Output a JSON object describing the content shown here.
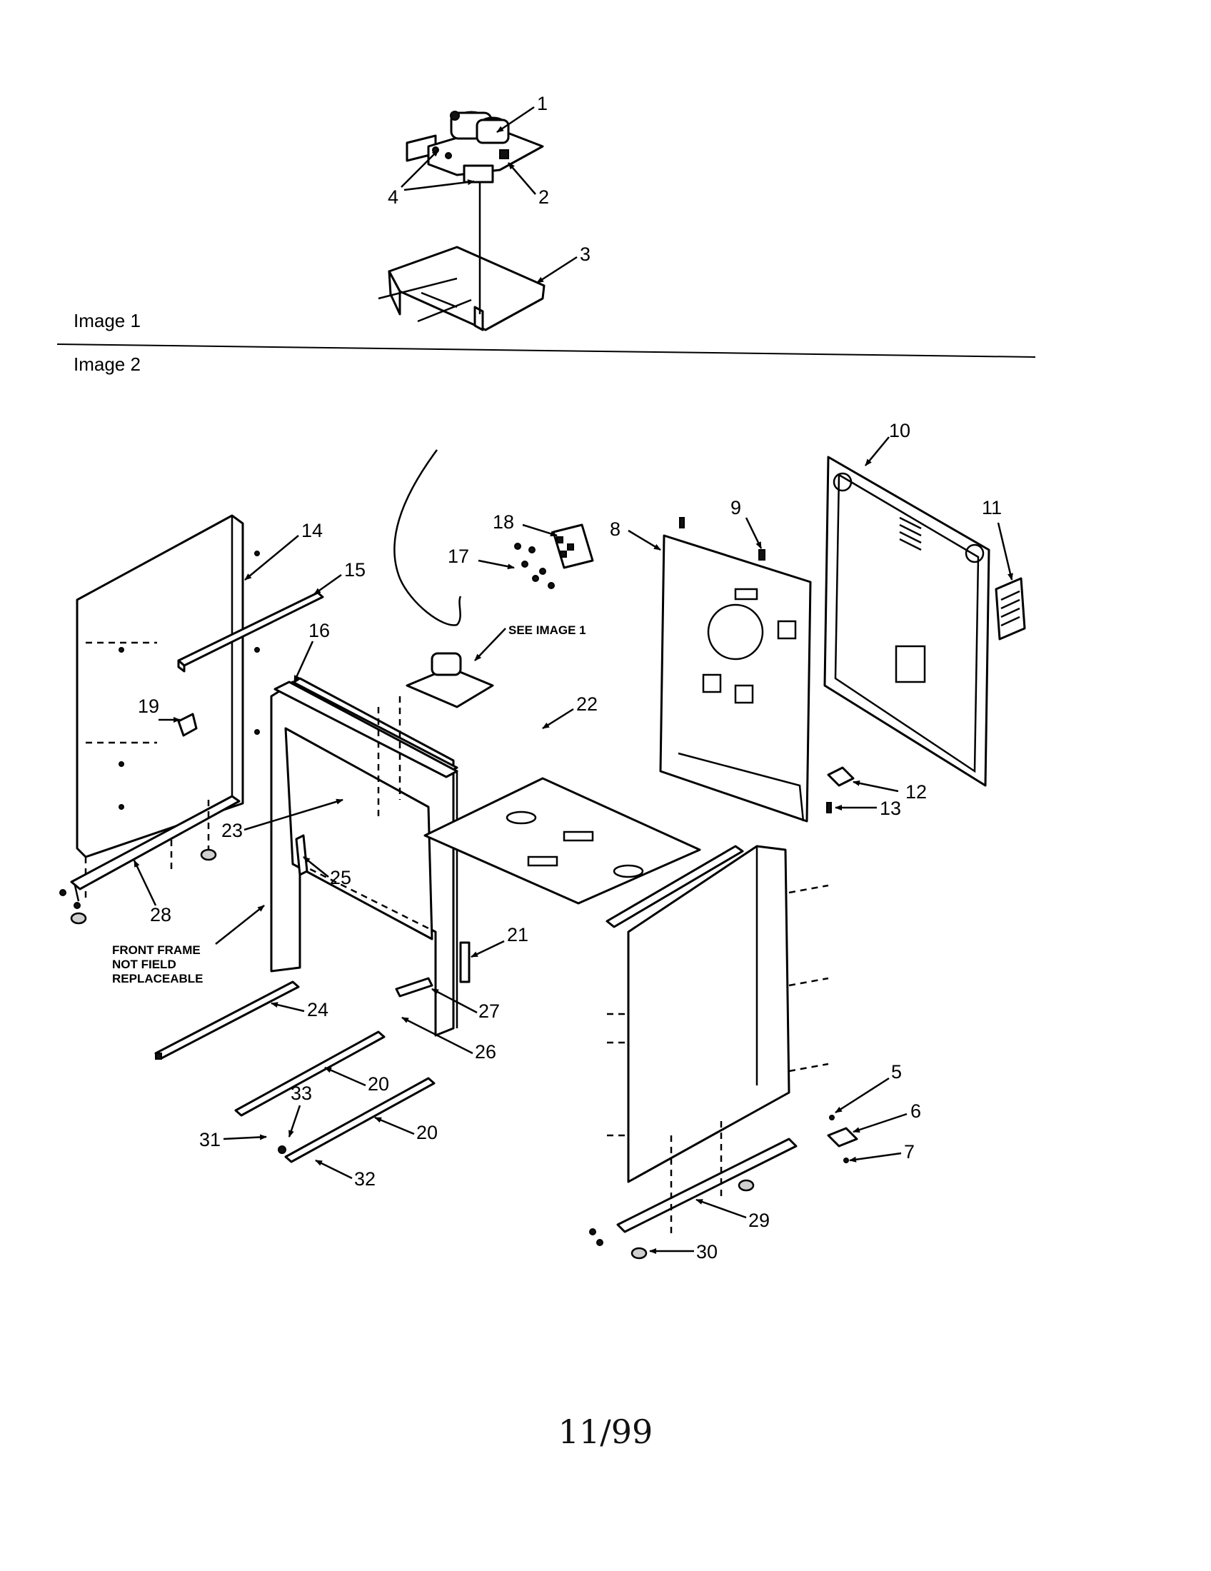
{
  "section_labels": {
    "image1": "Image 1",
    "image2": "Image 2"
  },
  "notes": {
    "see_image": "SEE IMAGE 1",
    "front_frame_line1": "FRONT FRAME",
    "front_frame_line2": "NOT FIELD",
    "front_frame_line3": "REPLACEABLE"
  },
  "callouts": {
    "c1": "1",
    "c2": "2",
    "c3": "3",
    "c4": "4",
    "c5": "5",
    "c6": "6",
    "c7": "7",
    "c8": "8",
    "c9": "9",
    "c10": "10",
    "c11": "11",
    "c12": "12",
    "c13": "13",
    "c14": "14",
    "c15": "15",
    "c16": "16",
    "c17": "17",
    "c18": "18",
    "c19": "19",
    "c20a": "20",
    "c20b": "20",
    "c21": "21",
    "c22": "22",
    "c23": "23",
    "c24": "24",
    "c25": "25",
    "c26": "26",
    "c27": "27",
    "c28": "28",
    "c29": "29",
    "c30": "30",
    "c31": "31",
    "c32": "32",
    "c33": "33"
  },
  "footer": {
    "page_number": "11/99"
  }
}
